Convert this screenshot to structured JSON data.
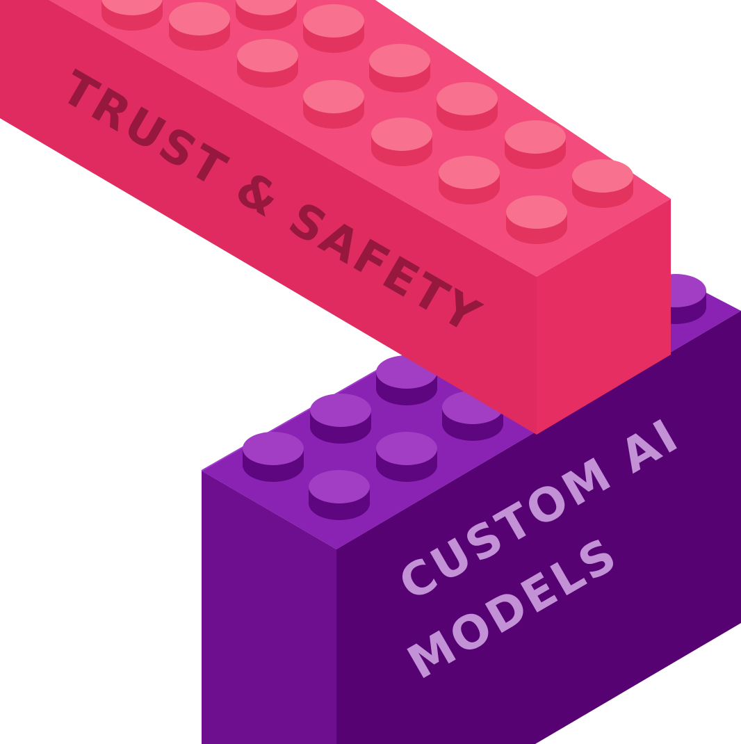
{
  "illustration": {
    "top_brick": {
      "label": "TRUST & SAFETY",
      "colors": {
        "top": "#f24b7c",
        "front": "#df2b5f",
        "end": "#e62e63",
        "stud_cap": "#f8728f",
        "stud_side": "#e3335f",
        "label": "#96183f"
      }
    },
    "bottom_brick": {
      "label_line_1": "CUSTOM AI",
      "label_line_2": "MODELS",
      "colors": {
        "top": "#8a23b3",
        "left_face": "#6e0f8f",
        "right_face": "#560273",
        "stud_cap": "#a23ec4",
        "stud_side": "#5e0580",
        "label": "#c391d6"
      }
    }
  }
}
